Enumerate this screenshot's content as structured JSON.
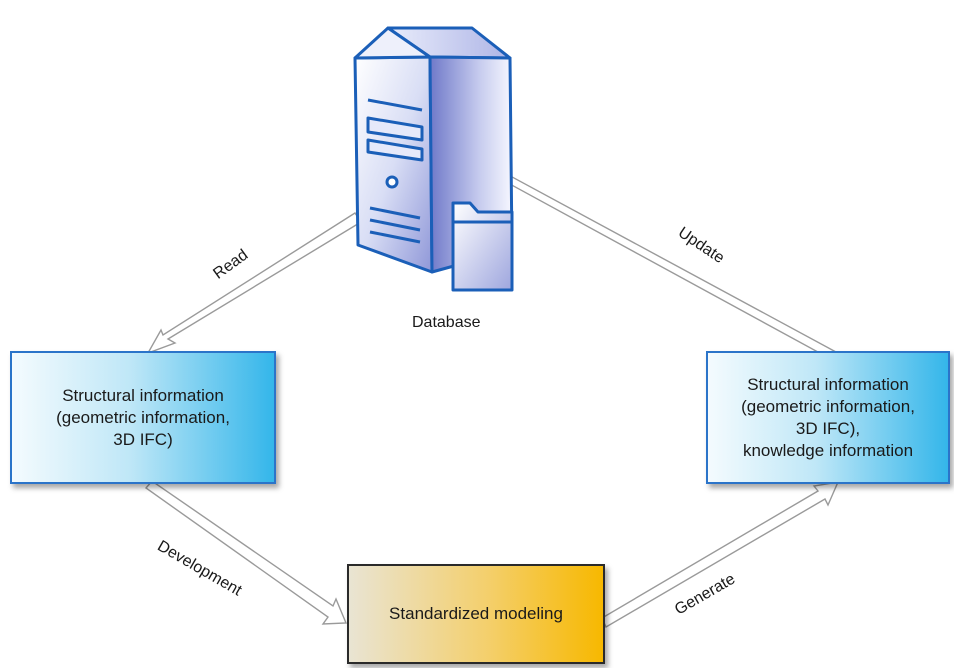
{
  "database": {
    "label": "Database",
    "icon": "server-database-icon"
  },
  "nodes": {
    "left": {
      "lines": [
        "Structural information",
        "(geometric information,",
        "3D IFC)"
      ]
    },
    "right": {
      "lines": [
        "Structural information",
        "(geometric information,",
        "3D IFC),",
        "knowledge information"
      ]
    },
    "bottom": {
      "label": "Standardized modeling"
    }
  },
  "edges": {
    "read": "Read",
    "update": "Update",
    "development": "Development",
    "generate": "Generate"
  },
  "colors": {
    "box_border": "#2b74c9",
    "box_blue_start": "#f4fbfe",
    "box_blue_end": "#34b6ea",
    "box_gold_start": "#e9e4d3",
    "box_gold_end": "#f7b800",
    "server_stroke": "#1b5fb8"
  }
}
